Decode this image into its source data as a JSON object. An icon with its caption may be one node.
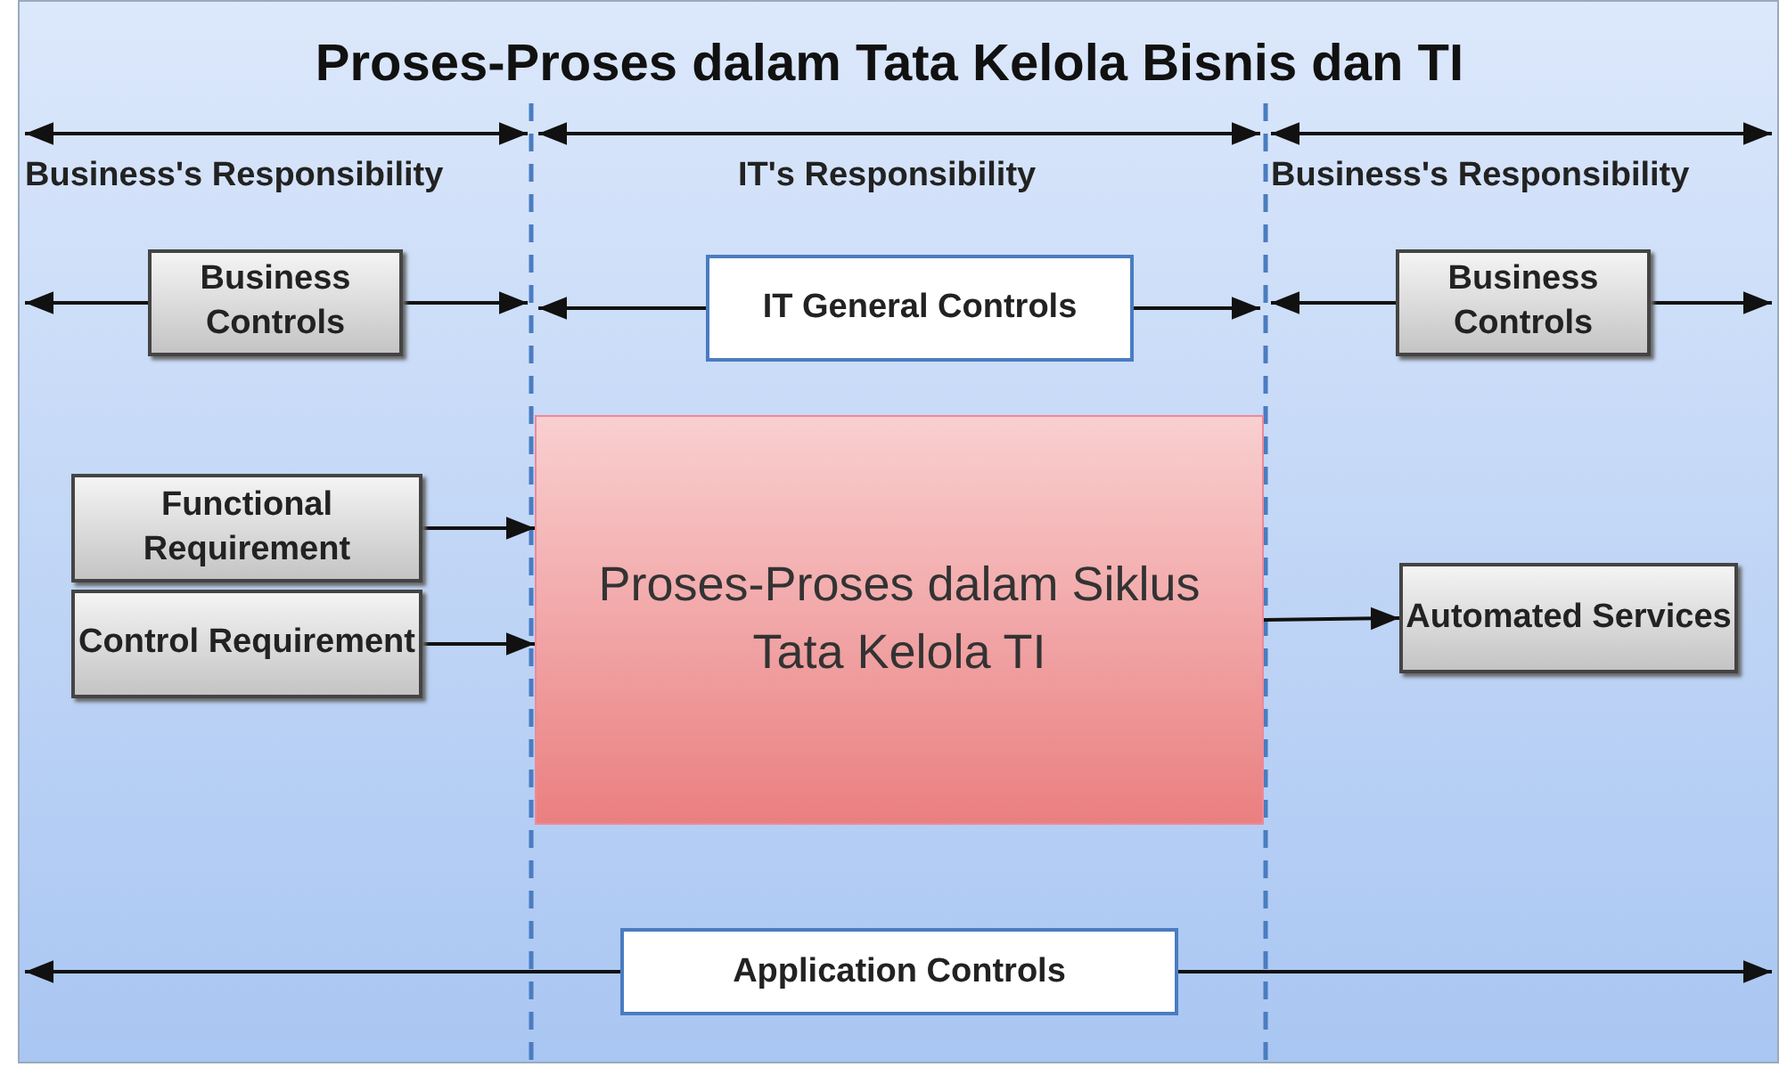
{
  "diagram": {
    "title": "Proses-Proses dalam Tata Kelola Bisnis dan TI",
    "nodes": [
      {
        "text": [
          "Business Controls"
        ]
      },
      {
        "text": [
          "IT General Controls"
        ]
      },
      {
        "text": [
          "Business Controls"
        ]
      },
      {
        "text": [
          "Functional Requirement"
        ]
      },
      {
        "text": [
          "Control Requirement"
        ]
      },
      {
        "text": [
          "Proses-Proses dalam Siklus Tata Kelola TI"
        ]
      },
      {
        "text": [
          "Automated Services"
        ]
      },
      {
        "text": [
          "Application Controls"
        ]
      }
    ],
    "edges": [
      {
        "from": 0,
        "to": null,
        "arrow": "to"
      },
      {
        "from": 0,
        "to": null,
        "arrow": "to"
      },
      {
        "from": 1,
        "to": null,
        "arrow": "to"
      },
      {
        "from": 1,
        "to": null,
        "arrow": "to"
      },
      {
        "from": 2,
        "to": null,
        "arrow": "to"
      },
      {
        "from": 2,
        "to": null,
        "arrow": "to"
      },
      {
        "from": 3,
        "to": 5,
        "arrow": "to"
      },
      {
        "from": 4,
        "to": 5,
        "arrow": "to"
      },
      {
        "from": 5,
        "to": 6,
        "arrow": "to"
      },
      {
        "from": 7,
        "to": null,
        "arrow": "to"
      },
      {
        "from": 7,
        "to": null,
        "arrow": "to"
      }
    ],
    "labels": [
      "Business's Responsibility",
      "IT's Responsibility",
      "Business's Responsibility"
    ]
  }
}
